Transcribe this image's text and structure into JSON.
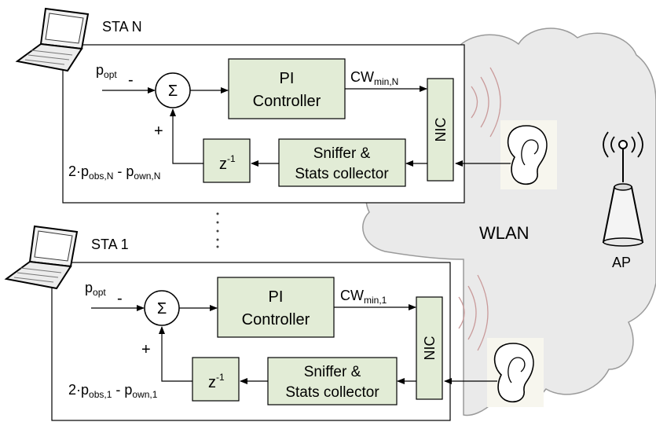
{
  "network": {
    "label": "WLAN"
  },
  "ap": {
    "label": "AP"
  },
  "stations": [
    {
      "name": "STA N",
      "ref_main": "p",
      "ref_sub": "opt",
      "minus_sign": "-",
      "plus_sign": "+",
      "sum_symbol": "Σ",
      "controller": [
        "PI",
        "Controller"
      ],
      "cw_main": "CW",
      "cw_sub": "min,N",
      "nic": "NIC",
      "sniffer": [
        "Sniffer &",
        "Stats collector"
      ],
      "delay_main": "z",
      "delay_sup": "-1",
      "fb_prefix": "2·p",
      "fb_sub1": "obs,N",
      "fb_mid": " - p",
      "fb_sub2": "own,N"
    },
    {
      "name": "STA 1",
      "ref_main": "p",
      "ref_sub": "opt",
      "minus_sign": "-",
      "plus_sign": "+",
      "sum_symbol": "Σ",
      "controller": [
        "PI",
        "Controller"
      ],
      "cw_main": "CW",
      "cw_sub": "min,1",
      "nic": "NIC",
      "sniffer": [
        "Sniffer &",
        "Stats collector"
      ],
      "delay_main": "z",
      "delay_sup": "-1",
      "fb_prefix": "2·p",
      "fb_sub1": "obs,1",
      "fb_mid": " - p",
      "fb_sub2": "own,1"
    }
  ],
  "colors": {
    "block_fill": "#e2ecd6",
    "cloud_fill": "#eaeaea",
    "wave": "#c99a9a"
  }
}
